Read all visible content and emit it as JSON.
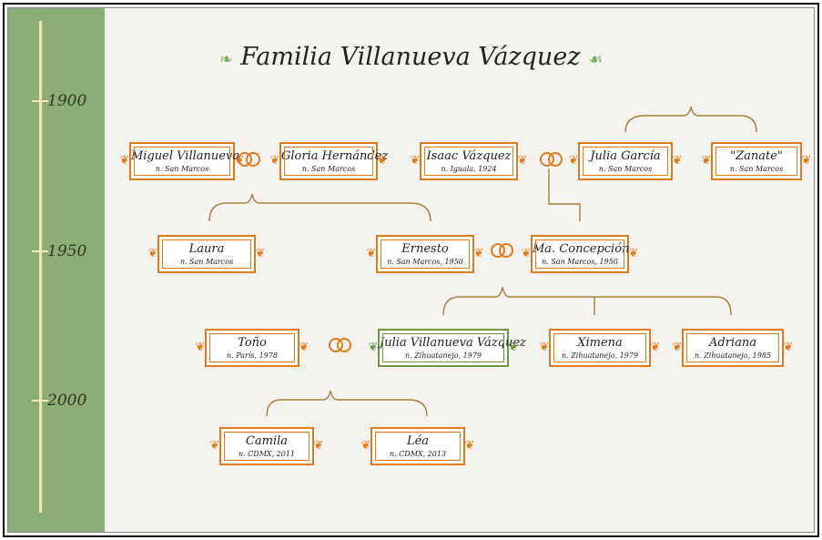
{
  "title": "Familia Villanueva Vázquez",
  "timeline": {
    "years": [
      "1900",
      "1950",
      "2000"
    ]
  },
  "people": {
    "miguel": {
      "name": "Miguel Villanueva",
      "birth": "n. San Marcos"
    },
    "gloria": {
      "name": "Gloria Hernández",
      "birth": "n. San Marcos"
    },
    "isaac": {
      "name": "Isaac Vázquez",
      "birth": "n. Iguala, 1924"
    },
    "julia_garcia": {
      "name": "Julia García",
      "birth": "n. San Marcos"
    },
    "zanate": {
      "name": "\"Zanate\"",
      "birth": "n. San Marcos"
    },
    "laura": {
      "name": "Laura",
      "birth": "n. San Marcos"
    },
    "ernesto": {
      "name": "Ernesto",
      "birth": "n. San Marcos, 1950"
    },
    "concepcion": {
      "name": "Ma. Concepción",
      "birth": "n. San Marcos, 1950"
    },
    "tono": {
      "name": "Toño",
      "birth": "n. París, 1978"
    },
    "julia_vv": {
      "name": "Julia Villanueva Vázquez",
      "birth": "n. Zihuatanejo, 1979"
    },
    "ximena": {
      "name": "Ximena",
      "birth": "n. Zihuatanejo, 1979"
    },
    "adriana": {
      "name": "Adriana",
      "birth": "n. Zihuatanejo, 1985"
    },
    "camila": {
      "name": "Camila",
      "birth": "n. CDMX, 2011"
    },
    "lea": {
      "name": "Léa",
      "birth": "n. CDMX, 2013"
    }
  },
  "colors": {
    "frame": "#e07b1d",
    "highlight": "#6c9a43",
    "timeline": "#8cae76",
    "connector": "#a3813f"
  },
  "icons": {
    "title_ornament": "leaf-sprig-icon",
    "marriage": "wedding-rings-icon"
  }
}
